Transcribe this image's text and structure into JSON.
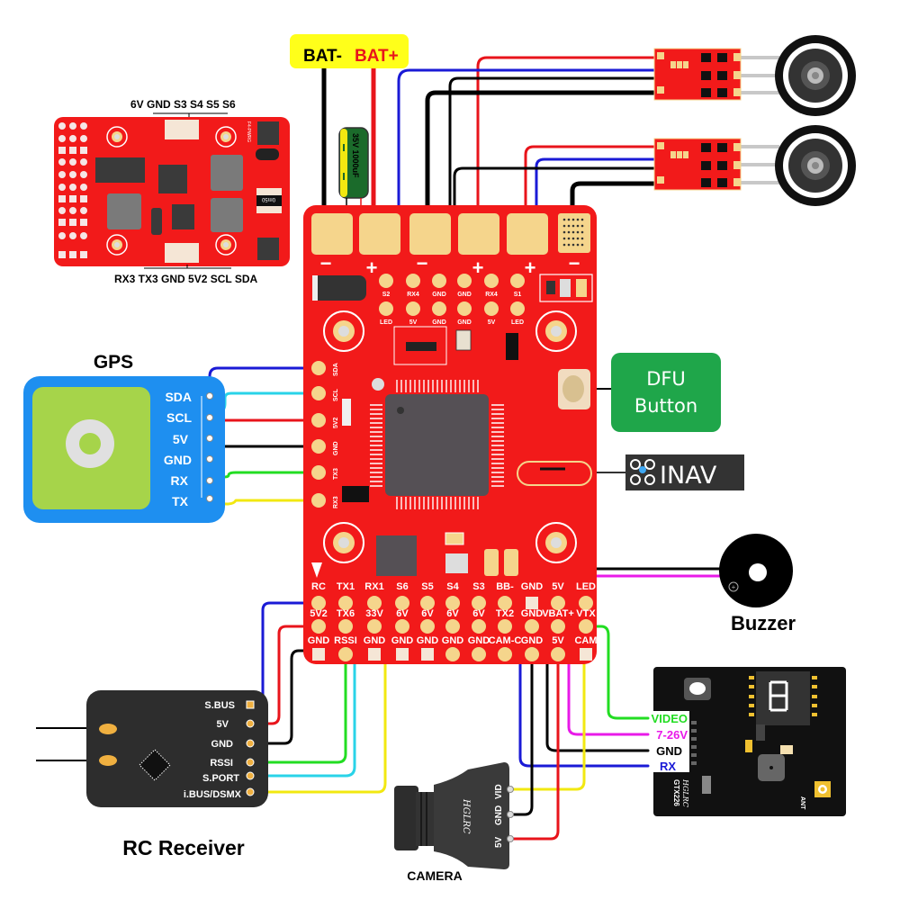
{
  "colors": {
    "board_red": "#f21a1a",
    "pad_gold": "#f5d58c",
    "wire_black": "#000000",
    "wire_red": "#e8141b",
    "wire_blue": "#1a1ad6",
    "wire_cyan": "#29d3e8",
    "wire_green": "#22dd22",
    "wire_yellow": "#f2e811",
    "wire_magenta": "#e81ae8",
    "gps_blue": "#1e8ff0",
    "gps_green": "#a6d44a",
    "dfu_green": "#1fa64a",
    "battery_label_bg": "#ffff1a"
  },
  "battery": {
    "neg_label": "BAT-",
    "pos_label": "BAT+"
  },
  "capacitor": {
    "label": "35V 1000uF"
  },
  "pdb": {
    "top_label": "6V GND S3 S4 S5 S6",
    "bottom_label": "RX3 TX3 GND 5V2 SCL SDA",
    "brand": "F4-PWRG",
    "shunt_label": "0m50"
  },
  "fc_power_pads": {
    "signs": [
      "−",
      "+",
      "−",
      "+",
      "+",
      "−"
    ]
  },
  "fc_top_pins": {
    "row1": [
      "S2",
      "RX4",
      "GND",
      "GND",
      "RX4",
      "S1"
    ],
    "row2": [
      "LED",
      "5V",
      "GND",
      "GND",
      "5V",
      "LED"
    ]
  },
  "fc_left_pins": [
    "SDA",
    "SCL",
    "5V2",
    "GND",
    "TX3",
    "RX3"
  ],
  "fc_bottom_pins": {
    "row1": [
      "RC",
      "TX1",
      "RX1",
      "S6",
      "S5",
      "S4",
      "S3",
      "BB-",
      "GND",
      "5V",
      "LED"
    ],
    "row2": [
      "5V2",
      "TX6",
      "33V",
      "6V",
      "6V",
      "6V",
      "6V",
      "TX2",
      "GND",
      "VBAT+",
      "VTX"
    ],
    "row3": [
      "GND",
      "RSSI",
      "GND",
      "GND",
      "GND",
      "GND",
      "GND",
      "CAM-C",
      "GND",
      "5V",
      "CAM"
    ]
  },
  "gps": {
    "title": "GPS",
    "pins": [
      "SDA",
      "SCL",
      "5V",
      "GND",
      "RX",
      "TX"
    ]
  },
  "dfu": {
    "line1": "DFU",
    "line2": "Button"
  },
  "inav": {
    "label": "INAV"
  },
  "buzzer": {
    "label": "Buzzer",
    "plus": "+"
  },
  "rc_receiver": {
    "title": "RC Receiver",
    "pins": [
      "S.BUS",
      "5V",
      "GND",
      "RSSI",
      "S.PORT",
      "i.BUS/DSMX"
    ]
  },
  "camera": {
    "title": "CAMERA",
    "pins": [
      "VID",
      "GND",
      "5V"
    ],
    "brand": "HGLRC"
  },
  "vtx": {
    "model": "GTX226",
    "brand": "HGLRC",
    "ant_label": "ANT",
    "pins": [
      "VIDEO",
      "7-26V",
      "GND",
      "RX"
    ]
  }
}
